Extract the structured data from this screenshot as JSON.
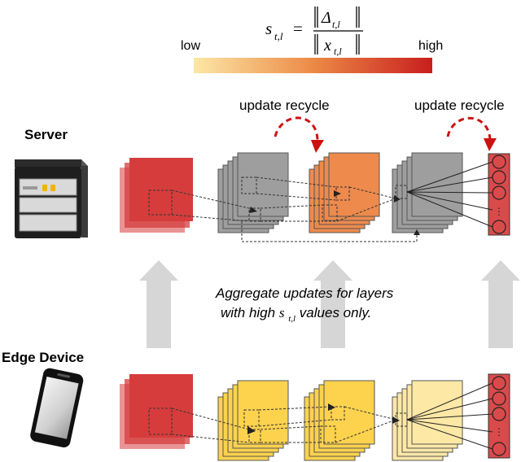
{
  "formula": {
    "lhs": "s",
    "lhs_sub": "t,l",
    "equals": "=",
    "numerator": "Δ",
    "numerator_sub": "t,l",
    "denominator": "x",
    "denominator_sub": "t,l"
  },
  "colorbar": {
    "low_label": "low",
    "high_label": "high",
    "low_color": "#fce7a6",
    "mid_color": "#ec8a46",
    "high_color": "#c81e1e"
  },
  "server_label": "Server",
  "edge_label": "Edge Device",
  "recycle_labels": [
    "update recycle",
    "update recycle"
  ],
  "aggregate_note": {
    "line1": "Aggregate updates for layers",
    "line2_prefix": "with high ",
    "line2_symbol": "s",
    "line2_symbol_sub": "t,l",
    "line2_suffix": " values only."
  },
  "colors": {
    "red_layer": "#d63c3c",
    "gray_layer": "#9e9e9e",
    "orange_layer": "#ee8a4c",
    "yellow_layer": "#fdd24d",
    "light_yellow_layer": "#fde8a6",
    "recycle_arrow": "#cc1111",
    "upward_arrow": "#d6d6d6",
    "output_node": "#d94b4b"
  },
  "server_layers": [
    "red",
    "gray",
    "orange",
    "gray"
  ],
  "edge_layers": [
    "red",
    "yellow",
    "yellow",
    "light-yellow"
  ]
}
